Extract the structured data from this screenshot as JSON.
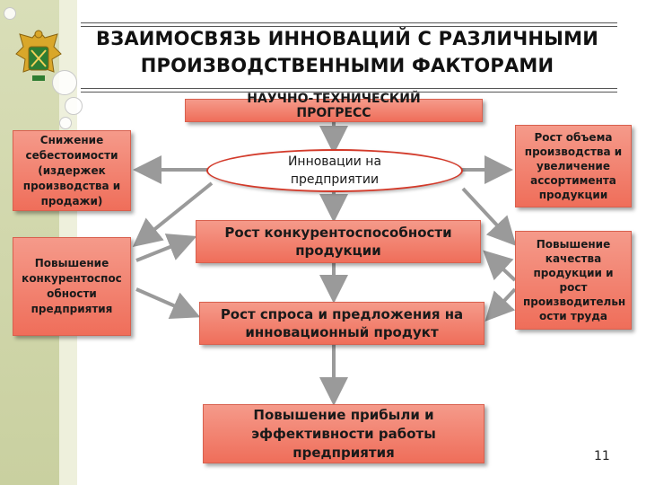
{
  "slide": {
    "title": "ВЗАИМОСВЯЗЬ ИННОВАЦИЙ С РАЗЛИЧНЫМИ ПРОИЗВОДСТВЕННЫМИ ФАКТОРАМИ",
    "page_number": "11"
  },
  "diagram": {
    "top": "НАУЧНО-ТЕХНИЧЕСКИЙ ПРОГРЕСС",
    "center": "Инновации на предприятии",
    "left_top": "Снижение себестоимости (издержек производства и продажи)",
    "left_mid": "Повышение конкурентоспос обности предприятия",
    "right_top": "Рост объема производства и увеличение ассортимента продукции",
    "right_mid": "Повышение качества продукции и рост производительн ости труда",
    "mid1": "Рост конкурентоспособности продукции",
    "mid2": "Рост спроса и предложения на инновационный продукт",
    "bottom": "Повышение прибыли и эффективности работы предприятия"
  },
  "colors": {
    "box_fill": "#ef6e5a",
    "ellipse_border": "#d33a2a",
    "arrow": "#9a9a9a"
  }
}
